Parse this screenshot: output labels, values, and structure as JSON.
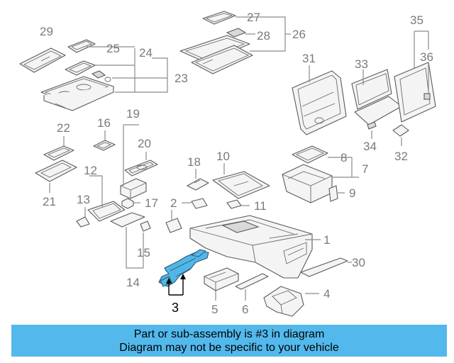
{
  "diagram": {
    "highlight_color": "#52b6e6",
    "highlighted_part": "3",
    "callouts": [
      "1",
      "2",
      "3",
      "4",
      "5",
      "6",
      "7",
      "8",
      "9",
      "10",
      "11",
      "12",
      "13",
      "14",
      "15",
      "16",
      "17",
      "18",
      "19",
      "20",
      "21",
      "22",
      "23",
      "24",
      "25",
      "26",
      "27",
      "28",
      "29",
      "30",
      "31",
      "32",
      "33",
      "34",
      "35",
      "36"
    ]
  },
  "banner": {
    "background": "#53b9ec",
    "line1": "Part or sub-assembly is #3 in diagram",
    "line2": "Diagram may not be specific to your vehicle"
  }
}
